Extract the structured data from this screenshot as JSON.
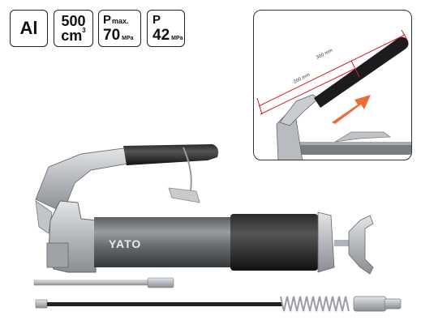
{
  "badges": {
    "material": "Al",
    "volume_value": "500",
    "volume_unit": "cm",
    "volume_exp": "3",
    "pmax_label": "P",
    "pmax_sub": "max.",
    "pmax_value": "70",
    "pmax_unit": "MPa",
    "p_label": "P",
    "p_value": "42",
    "p_unit": "MPa"
  },
  "inset": {
    "dim_long": "300 mm",
    "dim_short": "200 mm"
  },
  "product": {
    "brand": "YATO"
  }
}
